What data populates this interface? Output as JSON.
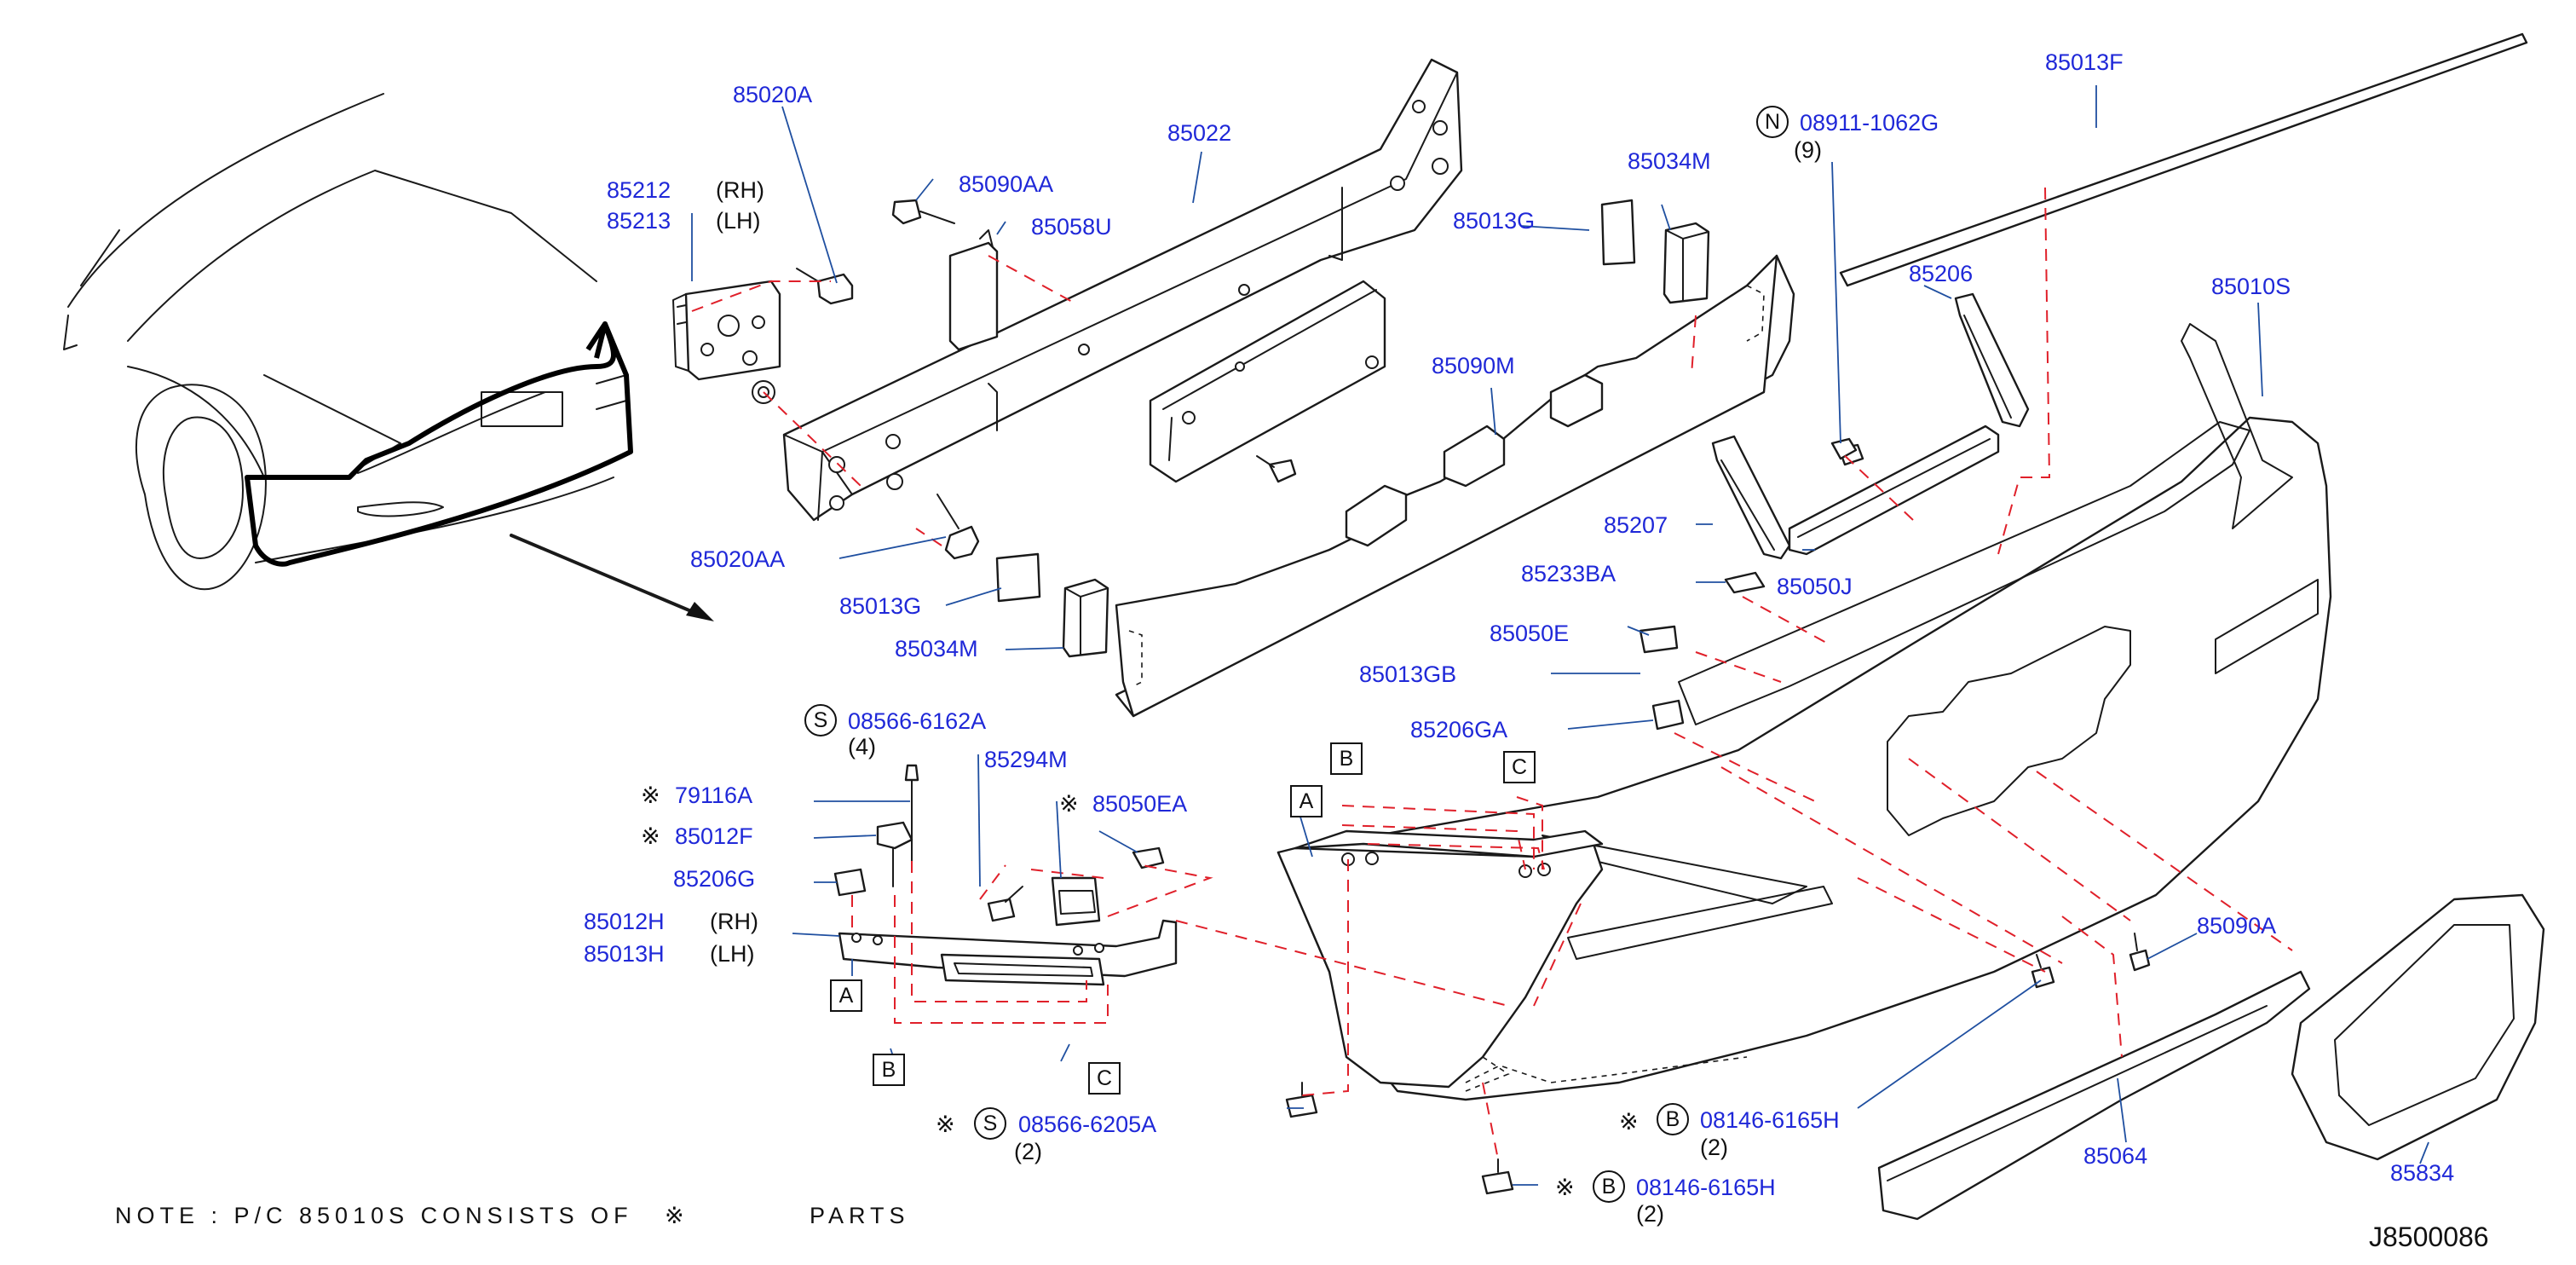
{
  "colors": {
    "part_number": "#1f28d8",
    "connection_dashes": "#e0202a",
    "leader": "#1f4fa0",
    "outline": "#1a1a1a"
  },
  "labels": {
    "p85020A": "85020A",
    "p85212": "85212",
    "rh1": "(RH)",
    "p85213": "85213",
    "lh1": "(LH)",
    "p85090AA": "85090AA",
    "p85058U": "85058U",
    "p85022": "85022",
    "p85020AA": "85020AA",
    "p85013G_left": "85013G",
    "p85034M_left": "85034M",
    "p85034M_right": "85034M",
    "p85013G_right": "85013G",
    "p85090M": "85090M",
    "n08911": "08911-1062G",
    "n08911_qty": "(9)",
    "p85013F": "85013F",
    "p85206": "85206",
    "p85010S": "85010S",
    "p85207": "85207",
    "p85050J": "85050J",
    "p85233BA": "85233BA",
    "p85050E": "85050E",
    "p85013GB": "85013GB",
    "p85206GA": "85206GA",
    "s08566_6162": "08566-6162A",
    "s08566_6162_qty": "(4)",
    "p85294M": "85294M",
    "p85050EA": "85050EA",
    "p79116A": "79116A",
    "p85012F": "85012F",
    "p85206G": "85206G",
    "p85012H": "85012H",
    "rh2": "(RH)",
    "p85013H": "85013H",
    "lh2": "(LH)",
    "s08566_6205": "08566-6205A",
    "s08566_6205_qty": "(2)",
    "b08146_a": "08146-6165H",
    "b08146_a_qty": "(2)",
    "b08146_b": "08146-6165H",
    "b08146_b_qty": "(2)",
    "p85090A": "85090A",
    "p85064": "85064",
    "p85834": "85834",
    "note": "NOTE : P/C 85010S CONSISTS OF",
    "note_parts": "PARTS",
    "diagram_code": "J8500086",
    "asterisk": "※",
    "letter_A": "A",
    "letter_B": "B",
    "letter_C": "C",
    "letter_N": "N",
    "letter_S": "S"
  }
}
